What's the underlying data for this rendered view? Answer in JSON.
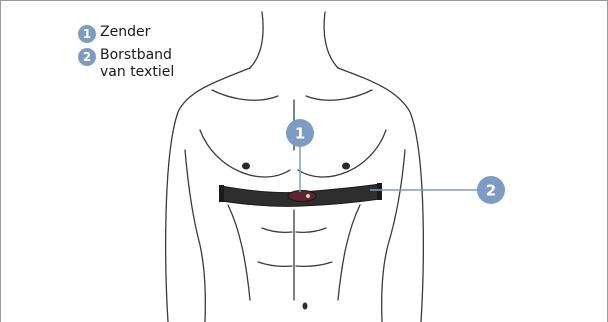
{
  "legend": {
    "items": [
      {
        "number": "1",
        "label": "Zender"
      },
      {
        "number": "2",
        "label_line1": "Borstband",
        "label_line2": "van textiel"
      }
    ]
  },
  "callouts": {
    "c1": "1",
    "c2": "2"
  },
  "colors": {
    "badge": "#7d9cc4",
    "strap": "#2e2e2e",
    "outline": "#3a3a3a",
    "frame": "#9a9a9a"
  }
}
